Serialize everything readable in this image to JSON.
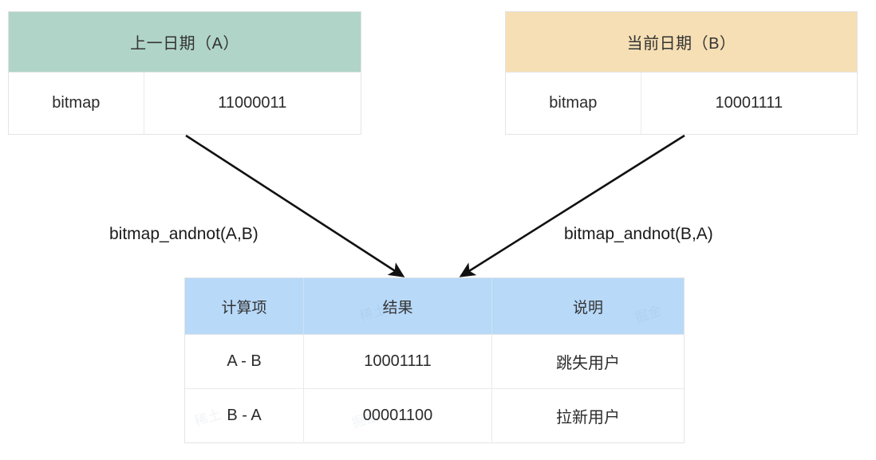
{
  "diagram": {
    "title_text": "bitmap andnot diff diagram",
    "colors": {
      "header_green": "#b0d4c8",
      "header_orange": "#f6dfb4",
      "header_blue": "#b8d9f8",
      "border": "#e2e4e6",
      "text": "#2b2b2b",
      "arrow": "#111111"
    }
  },
  "table_a": {
    "header": "上一日期（A）",
    "rows": [
      {
        "label": "bitmap",
        "value": "11000011"
      }
    ]
  },
  "table_b": {
    "header": "当前日期（B）",
    "rows": [
      {
        "label": "bitmap",
        "value": "10001111"
      }
    ]
  },
  "result_table": {
    "columns": [
      "计算项",
      "结果",
      "说明"
    ],
    "rows": [
      {
        "item": "A - B",
        "result": "10001111",
        "note": "跳失用户"
      },
      {
        "item": "B - A",
        "result": "00001100",
        "note": "拉新用户"
      }
    ]
  },
  "arrows": [
    {
      "label": "bitmap_andnot(A,B)",
      "from": "table_a",
      "to": "result_table"
    },
    {
      "label": "bitmap_andnot(B,A)",
      "from": "table_b",
      "to": "result_table"
    }
  ],
  "watermarks": [
    "稀土",
    "掘金",
    "稀土",
    "掘金"
  ]
}
